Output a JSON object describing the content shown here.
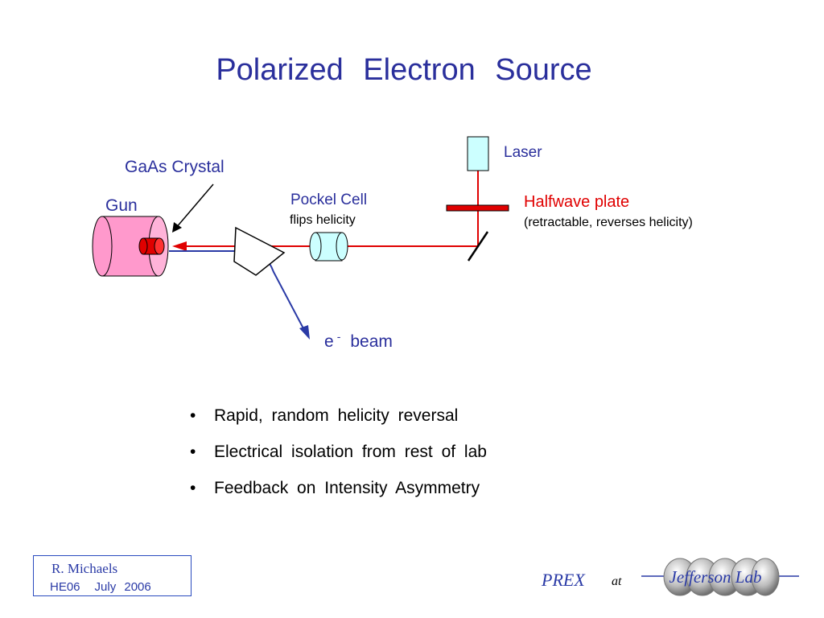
{
  "title": "Polarized   Electron   Source",
  "diagram": {
    "gaas_label": "GaAs  Crystal",
    "gun_label": "Gun",
    "pockel_label": "Pockel  Cell",
    "pockel_sub": "flips  helicity",
    "laser_label": "Laser",
    "halfwave_label": "Halfwave  plate",
    "halfwave_sub": "(retractable,  reverses helicity)",
    "beam_label_e": "e",
    "beam_label_sup": "-",
    "beam_label_rest": "beam",
    "colors": {
      "laser_beam": "#e00000",
      "electron_beam": "#2a3aa6",
      "gun": "#ff99cc",
      "cell": "#ccffff"
    }
  },
  "bullets": [
    "Rapid,  random  helicity  reversal",
    "Electrical   isolation  from  rest  of  lab",
    "Feedback  on  Intensity  Asymmetry"
  ],
  "bullet_symbol": "•",
  "footer": {
    "author": "R.  Michaels",
    "event": "HE06",
    "date": "July  2006",
    "prex": "PREX",
    "at": "at",
    "logo_text": "Jefferson Lab"
  }
}
